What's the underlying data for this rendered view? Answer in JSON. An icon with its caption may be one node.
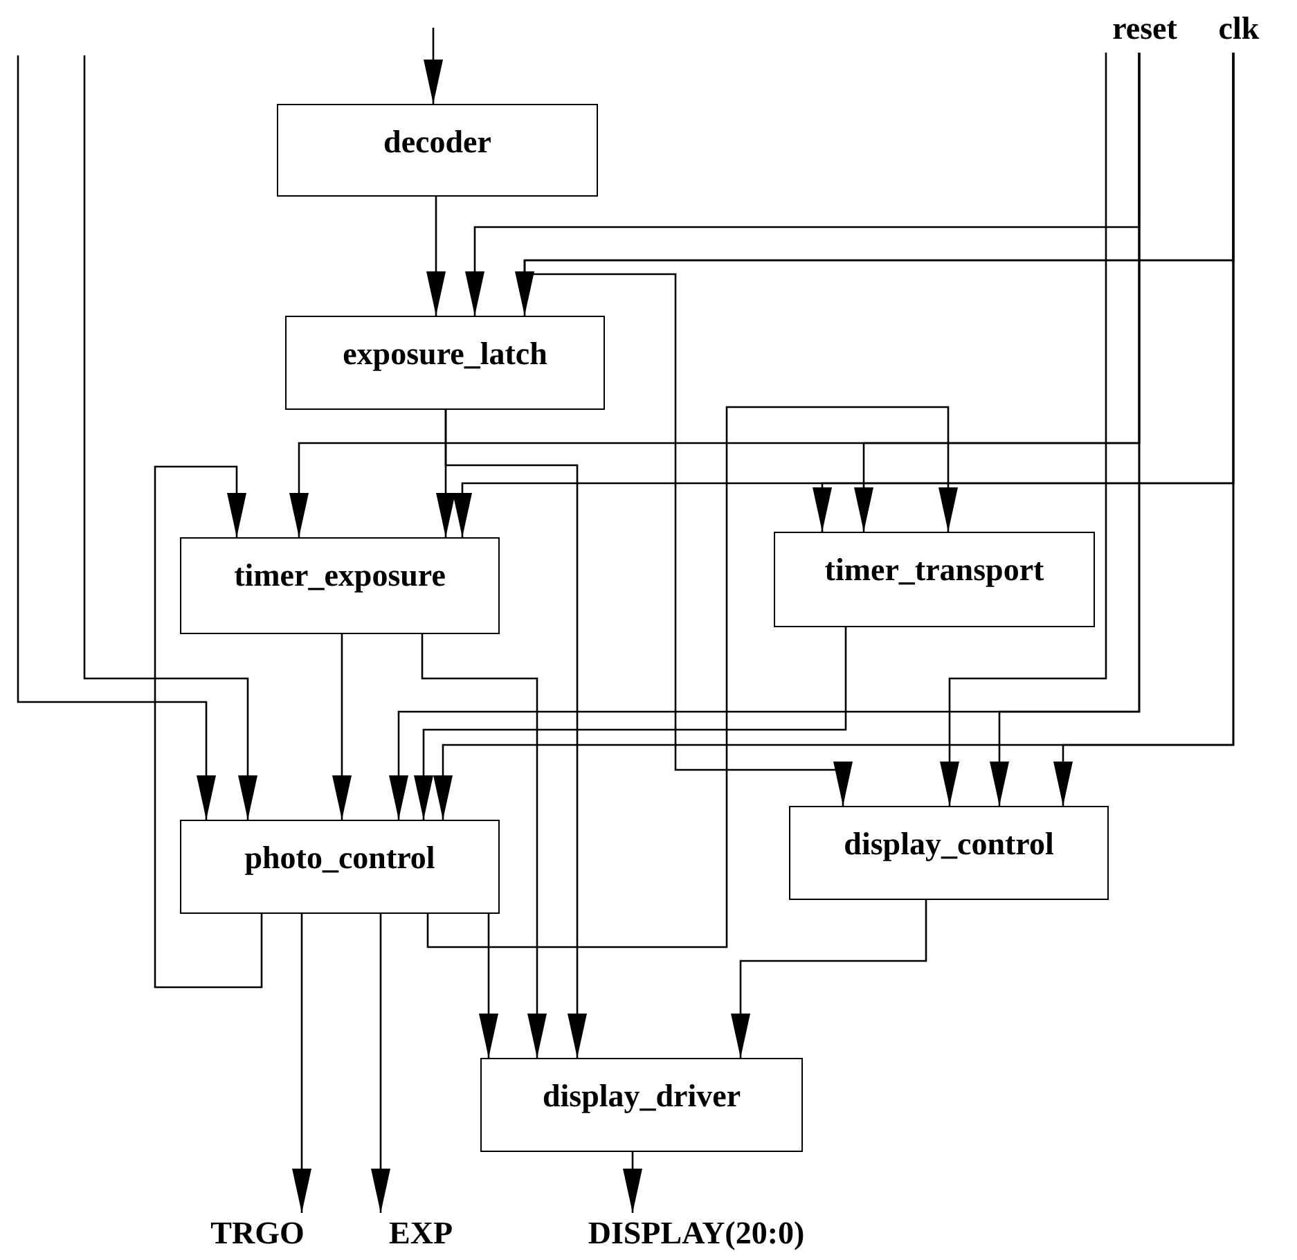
{
  "diagram": {
    "nodes": [
      {
        "text": [
          "reset"
        ]
      },
      {
        "text": [
          "clk"
        ]
      },
      {
        "text": [
          "decoder"
        ]
      },
      {
        "text": [
          "exposure_latch"
        ]
      },
      {
        "text": [
          "timer_exposure"
        ]
      },
      {
        "text": [
          "timer_transport"
        ]
      },
      {
        "text": [
          "photo_control"
        ]
      },
      {
        "text": [
          "display_control"
        ]
      },
      {
        "text": [
          "display_driver"
        ]
      },
      {
        "text": [
          "TRGO"
        ]
      },
      {
        "text": [
          "EXP"
        ]
      },
      {
        "text": [
          "DISPLAY(20:0)"
        ]
      }
    ],
    "edges": [
      {
        "from": null,
        "to": 2,
        "arrow": "to"
      },
      {
        "from": null,
        "to": 6,
        "arrow": "to"
      },
      {
        "from": null,
        "to": 6,
        "arrow": "to"
      },
      {
        "from": 0,
        "to": 7,
        "arrow": "to"
      },
      {
        "from": 2,
        "to": 3,
        "arrow": "to"
      },
      {
        "from": 0,
        "to": 3,
        "arrow": "to"
      },
      {
        "from": 1,
        "to": 3,
        "arrow": "to"
      },
      {
        "from": 1,
        "to": 7,
        "arrow": "to"
      },
      {
        "from": 3,
        "to": 4,
        "arrow": "to"
      },
      {
        "from": 3,
        "to": 8,
        "arrow": "to"
      },
      {
        "from": 0,
        "to": 4,
        "arrow": "to"
      },
      {
        "from": 0,
        "to": 5,
        "arrow": "to"
      },
      {
        "from": 1,
        "to": 4,
        "arrow": "to"
      },
      {
        "from": 1,
        "to": 5,
        "arrow": "to"
      },
      {
        "from": 6,
        "to": 4,
        "arrow": "to"
      },
      {
        "from": 6,
        "to": 5,
        "arrow": "to"
      },
      {
        "from": 4,
        "to": 6,
        "arrow": "to"
      },
      {
        "from": 4,
        "to": 8,
        "arrow": "to"
      },
      {
        "from": 5,
        "to": 6,
        "arrow": "to"
      },
      {
        "from": 0,
        "to": 6,
        "arrow": "to"
      },
      {
        "from": 0,
        "to": 7,
        "arrow": "to"
      },
      {
        "from": 1,
        "to": 6,
        "arrow": "to"
      },
      {
        "from": 1,
        "to": 7,
        "arrow": "to"
      },
      {
        "from": 6,
        "to": 9,
        "arrow": "to"
      },
      {
        "from": 6,
        "to": 10,
        "arrow": "to"
      },
      {
        "from": 6,
        "to": 8,
        "arrow": "to"
      },
      {
        "from": 7,
        "to": 8,
        "arrow": "to"
      },
      {
        "from": 8,
        "to": 11,
        "arrow": "to"
      }
    ]
  }
}
